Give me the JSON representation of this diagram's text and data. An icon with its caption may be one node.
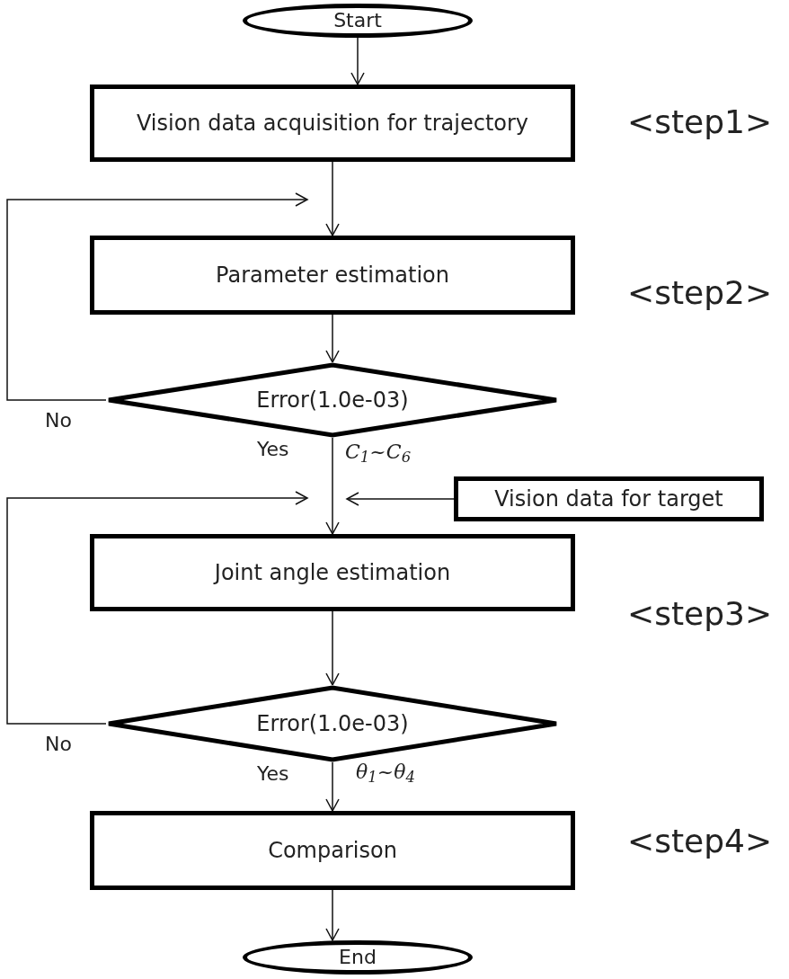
{
  "diagram": {
    "nodes": [
      {
        "text": [
          "Start"
        ]
      },
      {
        "text": [
          "Vision data acquisition for trajectory"
        ]
      },
      {
        "text": [
          "Parameter estimation"
        ]
      },
      {
        "text": [
          "Error(1.0e-03)"
        ]
      },
      {
        "text": [
          "Vision data for target"
        ]
      },
      {
        "text": [
          "Joint angle estimation"
        ]
      },
      {
        "text": [
          "Error(1.0e-03)"
        ]
      },
      {
        "text": [
          "Comparison"
        ]
      },
      {
        "text": [
          "End"
        ]
      }
    ],
    "edges": [
      {
        "from": 0,
        "to": 1,
        "arrow": "to"
      },
      {
        "from": 1,
        "to": 2,
        "arrow": "to"
      },
      {
        "from": 2,
        "to": 3,
        "arrow": "to"
      },
      {
        "from": 3,
        "to": 2,
        "arrow": "to",
        "label": "No"
      },
      {
        "from": 3,
        "to": 5,
        "arrow": "to",
        "label": "Yes"
      },
      {
        "from": 4,
        "to": 5,
        "arrow": "to"
      },
      {
        "from": 5,
        "to": 6,
        "arrow": "to"
      },
      {
        "from": 6,
        "to": 5,
        "arrow": "to",
        "label": "No"
      },
      {
        "from": 6,
        "to": 7,
        "arrow": "to",
        "label": "Yes"
      },
      {
        "from": 7,
        "to": 8,
        "arrow": "to"
      }
    ],
    "labels": [
      "<step1>",
      "<step2>",
      "C$_{1}$~C$_{6}$",
      "<step3>",
      "θ$_{1}$~θ$_{4}$",
      "<step4>"
    ]
  }
}
